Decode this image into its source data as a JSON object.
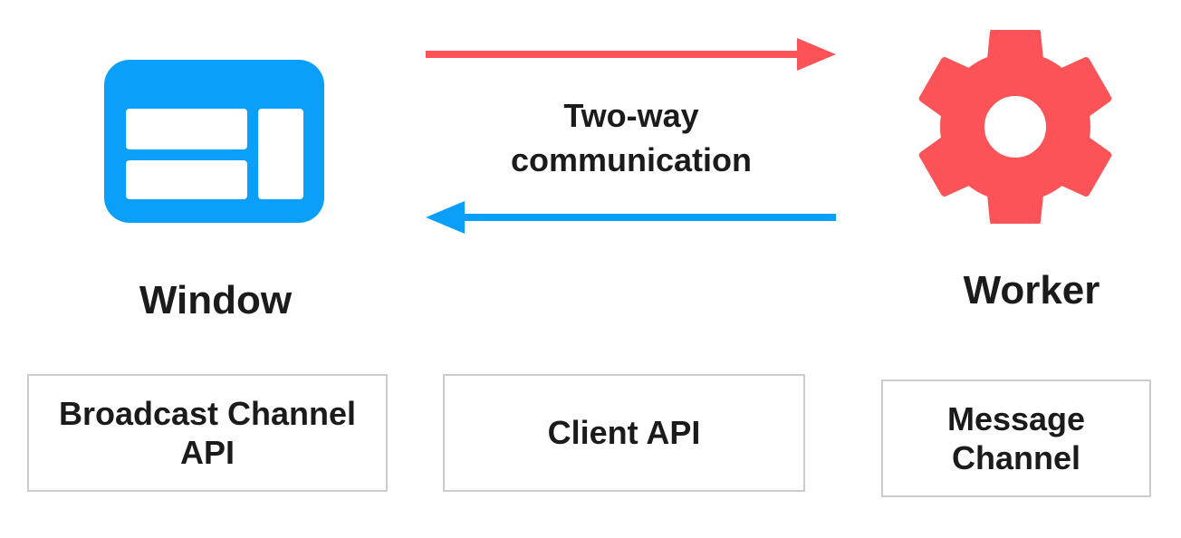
{
  "canvas": {
    "background": "#ffffff"
  },
  "colors": {
    "window_blue": "#0aa0fa",
    "worker_red": "#fb5357",
    "text": "#1b1b1b",
    "box_border": "#cccccc",
    "box_background": "#ffffff"
  },
  "window_node": {
    "label": "Window"
  },
  "worker_node": {
    "label": "Worker"
  },
  "connection": {
    "label": "Two-way communication",
    "label_lines": [
      "Two-way",
      "communication"
    ]
  },
  "api_boxes": [
    {
      "label": "Broadcast Channel API",
      "lines": [
        "Broadcast Channel",
        "API"
      ]
    },
    {
      "label": "Client API",
      "lines": [
        "Client API"
      ]
    },
    {
      "label": "Message Channel",
      "lines": [
        "Message",
        "Channel"
      ]
    }
  ]
}
